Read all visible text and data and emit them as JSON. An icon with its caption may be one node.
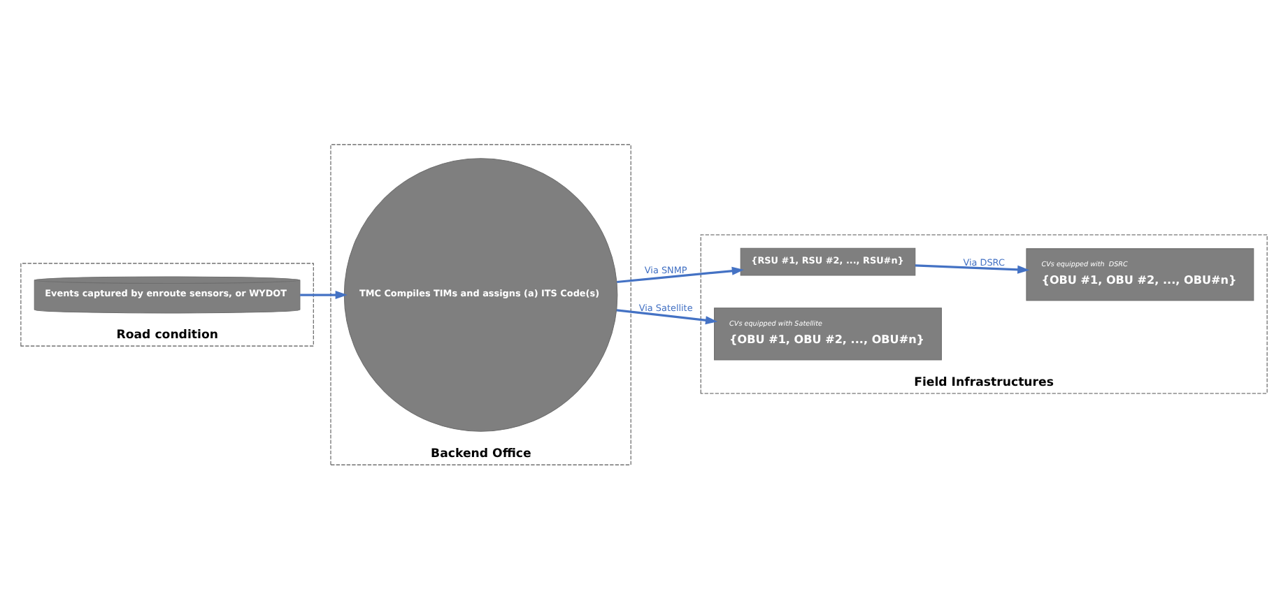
{
  "diagram": {
    "nodes": [
      {
        "text": [
          "Road condition"
        ]
      },
      {
        "text": [
          "Events captured by enroute sensors, or WYDOT"
        ],
        "in": 0
      },
      {
        "text": [
          "Backend Office"
        ]
      },
      {
        "text": [
          "TMC Compiles TIMs and assigns (a) ITS Code(s)"
        ],
        "in": 2
      },
      {
        "text": [
          "Field Infrastructures"
        ]
      },
      {
        "text": [
          "{RSU #1, RSU #2, ..., RSU#n}"
        ],
        "in": 4
      },
      {
        "text": [
          "CVs equipped with Satellite",
          "{OBU #1, OBU #2, ..., OBU#n}"
        ],
        "in": 4
      },
      {
        "text": [
          "CVs equipped with  DSRC",
          "{OBU #1, OBU #2, ..., OBU#n}"
        ],
        "in": 4
      }
    ],
    "edges": [
      {
        "from": 1,
        "to": 3,
        "arrow": "to"
      },
      {
        "from": 3,
        "to": 5,
        "arrow": "to",
        "label": "Via SNMP"
      },
      {
        "from": 3,
        "to": 6,
        "arrow": "to",
        "label": "Via Satellite"
      },
      {
        "from": 5,
        "to": 7,
        "arrow": "to",
        "label": "Via DSRC"
      }
    ]
  }
}
